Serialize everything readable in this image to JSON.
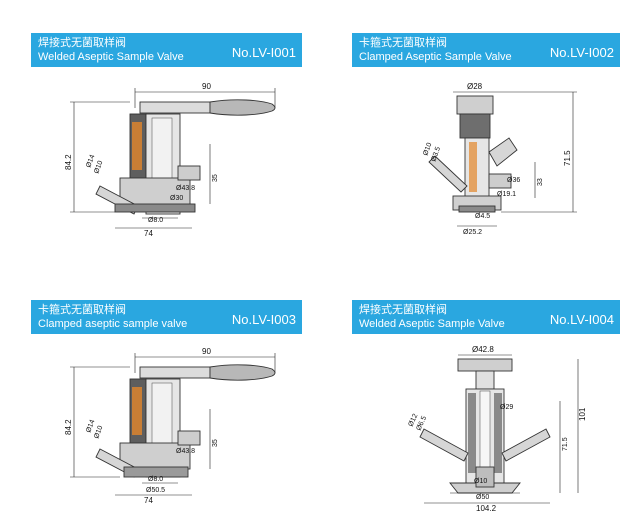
{
  "panels": [
    {
      "title_cn": "焊接式无菌取样阀",
      "title_en": "Welded Aseptic Sample Valve",
      "model": "No.LV-I001",
      "dims": {
        "top": "90",
        "height": "84.2",
        "d1": "Ø14",
        "d2": "Ø10",
        "side1": "Ø43.8",
        "side2": "35",
        "d3": "Ø30",
        "d4": "Ø8.0",
        "bottom": "74"
      }
    },
    {
      "title_cn": "卡箍式无菌取样阀",
      "title_en": "Clamped Aseptic Sample Valve",
      "model": "No.LV-I002",
      "dims": {
        "top": "Ø28",
        "height": "71.5",
        "d1": "Ø10",
        "d2": "Ø3.5",
        "side1": "Ø36",
        "side2": "33",
        "d3": "Ø19.1",
        "d4": "Ø4.5",
        "bottom": "Ø25.2"
      }
    },
    {
      "title_cn": "卡箍式无菌取样阀",
      "title_en": "Clamped aseptic sample valve",
      "model": "No.LV-I003",
      "dims": {
        "top": "90",
        "height": "84.2",
        "d1": "Ø14",
        "d2": "Ø10",
        "side1": "Ø43.8",
        "side2": "35",
        "d3": "Ø8.0",
        "d4": "Ø50.5",
        "bottom": "74"
      }
    },
    {
      "title_cn": "焊接式无菌取样阀",
      "title_en": "Welded Aseptic Sample Valve",
      "model": "No.LV-I004",
      "dims": {
        "top": "Ø42.8",
        "height": "101",
        "d1": "Ø12",
        "d2": "Ø6.5",
        "side1": "Ø29",
        "side2": "71.5",
        "d3": "Ø10",
        "d4": "Ø50",
        "bottom": "104.2"
      }
    }
  ],
  "colors": {
    "banner": "#2aa7e0",
    "metal_light": "#e6e6e6",
    "metal_dark": "#6e6e6e",
    "hatch": "#8a8a8a",
    "spring": "#e2862a"
  }
}
